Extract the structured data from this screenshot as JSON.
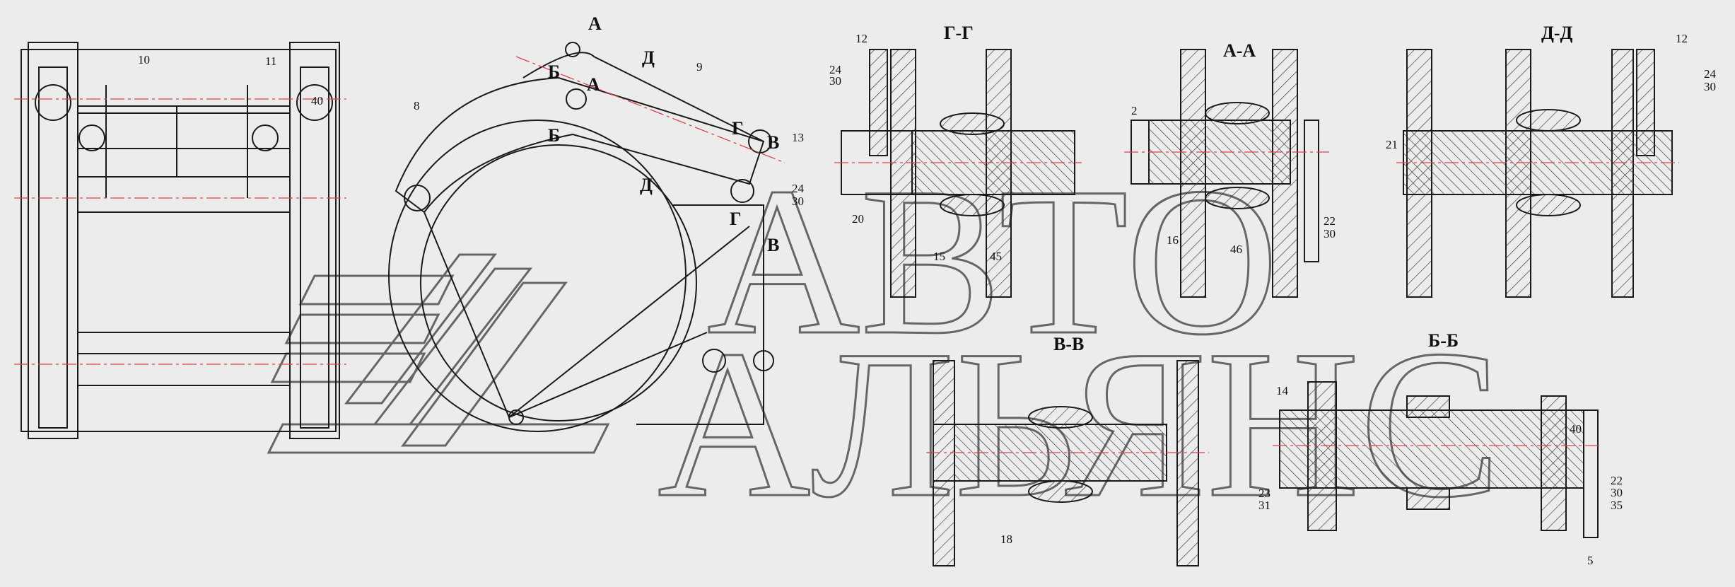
{
  "watermark": {
    "line1": "АВТО",
    "line2": "АЛЬЯНС"
  },
  "sections": {
    "gg": "Г-Г",
    "aa": "А-А",
    "dd": "Д-Д",
    "vv": "В-В",
    "bb": "Б-Б"
  },
  "cut_markers": {
    "a": "А",
    "b": "Б",
    "d": "Д",
    "g": "Г",
    "v": "В"
  },
  "part_numbers": {
    "p10": "10",
    "p11": "11",
    "p40a": "40",
    "p8": "8",
    "p9": "9",
    "p13": "13",
    "p12a": "12",
    "p24a": "24",
    "p30a": "30",
    "p20": "20",
    "p15": "15",
    "p45": "45",
    "p2": "2",
    "p16": "16",
    "p46": "46",
    "p22a": "22",
    "p30b": "30",
    "p12b": "12",
    "p24b": "24",
    "p30c": "30",
    "p21": "21",
    "p24c": "24",
    "p30d": "30",
    "p18": "18",
    "p14": "14",
    "p40b": "40",
    "p23": "23",
    "p31": "31",
    "p22b": "22",
    "p30e": "30",
    "p35": "35",
    "p5": "5"
  },
  "colors": {
    "line": "#1a1a1a",
    "axis": "#e0404a",
    "background": "#ececec"
  }
}
